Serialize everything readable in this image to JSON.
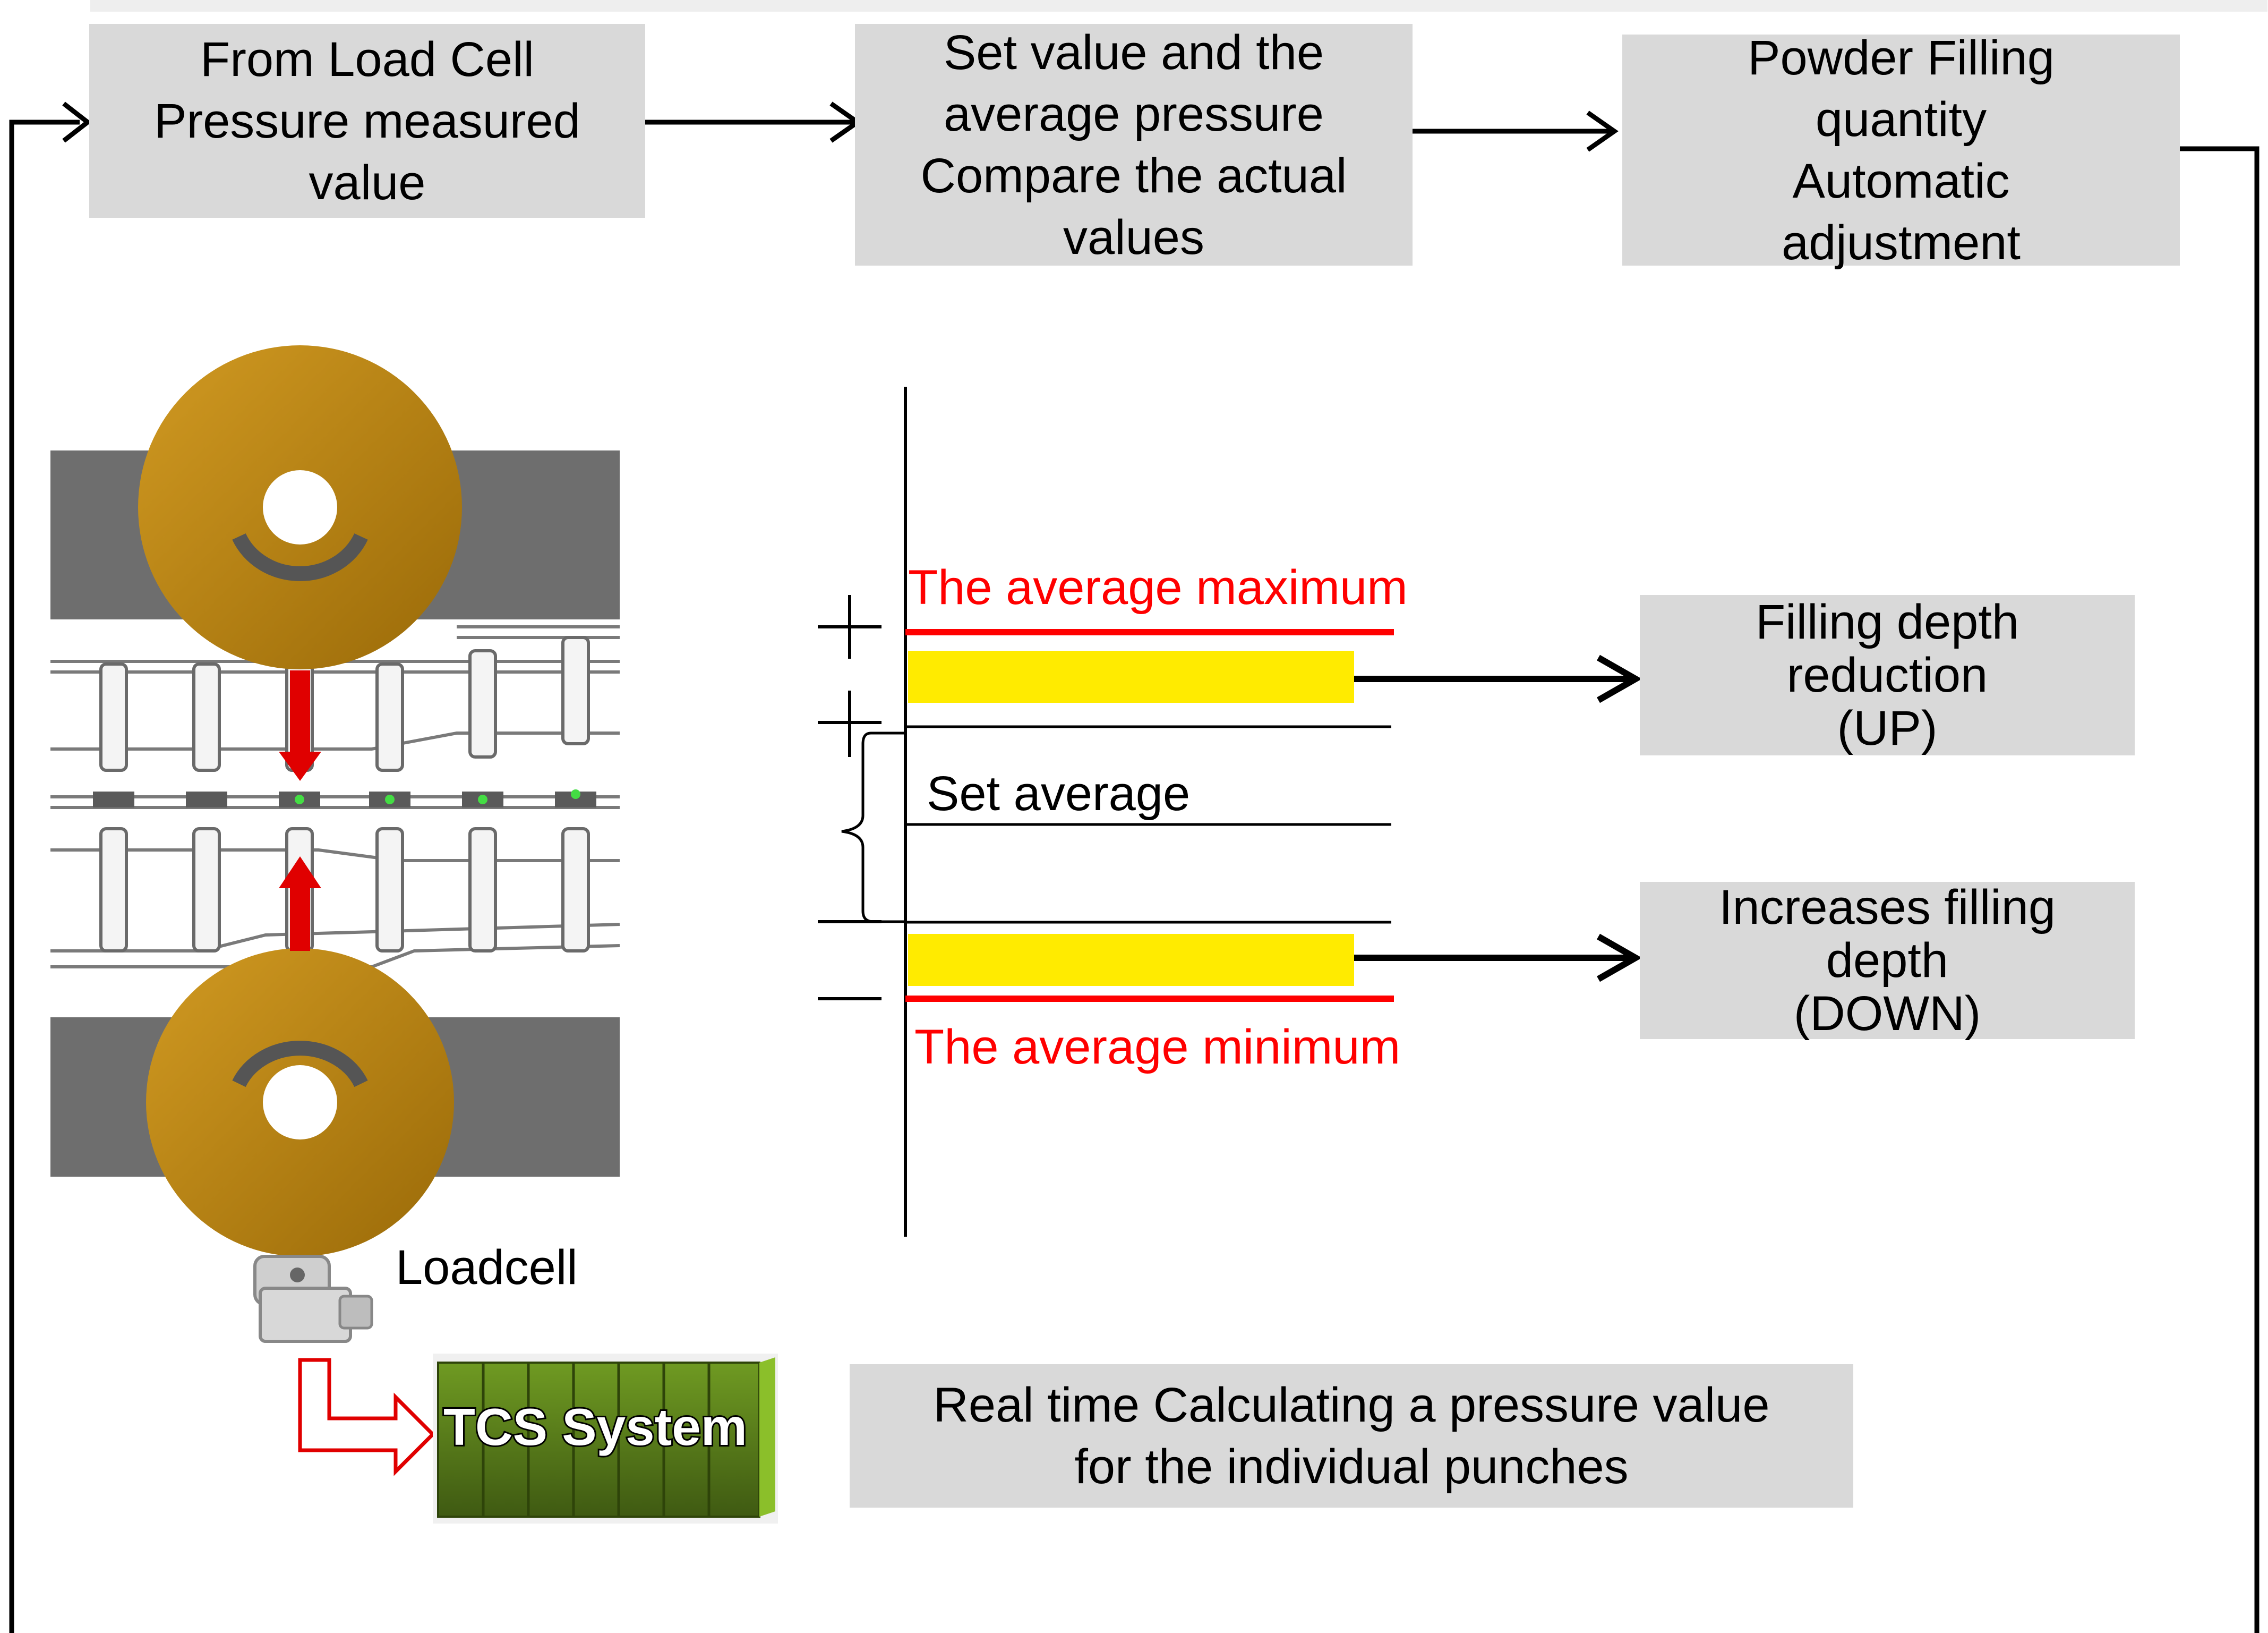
{
  "flow": {
    "step1": "From Load Cell\nPressure measured\nvalue",
    "step2": "Set value and the\naverage pressure\nCompare the actual\nvalues",
    "step3": "Powder Filling\nquantity\nAutomatic\nadjustment"
  },
  "control_chart": {
    "max_label": "The average maximum",
    "set_label": "Set average",
    "min_label": "The average minimum",
    "plus_symbol": "+",
    "minus_symbol": "−"
  },
  "actions": {
    "up": "Filling depth\nreduction\n(UP)",
    "down": "Increases filling\ndepth\n(DOWN)"
  },
  "machine": {
    "loadcell_label": "Loadcell",
    "tcs_label": "TCS System"
  },
  "realtime_box": "Real time Calculating a pressure value\nfor the individual punches",
  "colors": {
    "box_fill": "#d9d9d9",
    "limit_red": "#ff0000",
    "band_yellow": "#ffeb00",
    "roller_brown": "#b8860b",
    "tcs_green": "#5a7a1e"
  }
}
